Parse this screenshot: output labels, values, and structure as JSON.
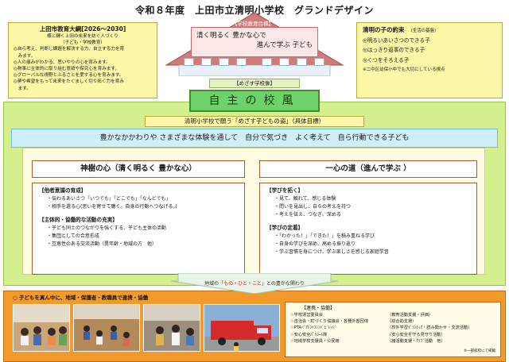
{
  "title": "令和８年度　上田市立清明小学校　グランドデザイン",
  "left_box": {
    "heading": "上田市教育大綱[2026～2030]",
    "subheading": "蝶と輝く上田の未来を紡ぐ人づくり",
    "sub2": "（子ども・学校教育）",
    "lines": [
      "◎自ら考え、判断し課題を解決する力、自立する力を育",
      "　みます。",
      "◎人の痛みがわかる、思いやりの心を育みます。",
      "◎物事に主体的に取り組む意欲や探究心を育みます。",
      "◎グローバルな視野とふるさとを愛する心を育みます。",
      "◎夢や希望をもって未来をたくましく切り拓く力を育み",
      "　ます。"
    ]
  },
  "right_box": {
    "heading": "清明の子の約束",
    "note": "(生活の基盤)",
    "lines": [
      "◎明るいあいさつのできる子",
      "◎はっきり返事のできる子",
      "◎くつをそろえる子"
    ],
    "extra": "※二中区幼保小中でも大切にしている視点"
  },
  "roof": {
    "label": "【学校教育目標】",
    "line1": "清く明るく 豊かな心で",
    "line2": "進んで学ぶ 子ども"
  },
  "school": {
    "label": "【めざす学校像】",
    "motto": "自主の校風"
  },
  "goal": {
    "label": "清明小学校で願う「めざす子どもの姿」（具体目標）",
    "statement": "豊かなかかわりや さまざまな体験を通して　自分で気づき　よく考えて　自ら行動できる子ども"
  },
  "heart": {
    "heading": "神樹の心（清く明るく 豊かな心）",
    "s1": "【他者意識の育成】",
    "s1_items": [
      "・伝わるあいさつ「いつでも」「どこでも」「なんどでも」",
      "・相手を還る心(思いを寄せて聴く。自身の行動へつなげる。)"
    ],
    "s2": "【主体的・協働的な活動の充実】",
    "s2_items": [
      "・子ども同士のつながりを強くする、子ども主体の活動",
      "・集団としての合意形成",
      "・互恵性のある交流活動（異年齢・地域の方　他）"
    ]
  },
  "road": {
    "heading": "一心の道（進んで学ぶ ）",
    "s1": "【学びを拓く】",
    "s1_items": [
      "・見て、触れて、感じる体験",
      "・問いを見出し、自らの考えを持つ",
      "・考えを伝え、つなぎ、深める"
    ],
    "s2": "【学びの定着】",
    "s2_items": [
      "・「わかった！」「できた！」を積み重ねる学び",
      "・自身の学びを深め、高める振り返り",
      "・学ぶ習慣を身につけ、学ぶ楽しさを感じる家庭学習"
    ]
  },
  "bridge": {
    "pre": "地域の「",
    "hl": "もの・ひと・こと",
    "post": "」との豊かな関わり"
  },
  "bottom": {
    "title": "○ 子どもを真ん中に、地域・保護者・教職員で連携・協働",
    "partner_heading": "【連携・協働】",
    "partners": [
      {
        "name": "☆学校運営委員会",
        "role": "（教育活動支援・評価）"
      },
      {
        "name": "☆自治会・町づくり協議会・各種外部団体",
        "role": "（総合的支援）"
      },
      {
        "name": "☆PTAﾍﾟｱﾚﾝﾄﾌﾚﾝﾄﾞﾋﾞﾚｯｼﾞ",
        "role": "（校外学習ﾎﾞﾗﾝﾃｨｱ・読み聞かせ・交流活動）"
      },
      {
        "name": "☆安心安全ﾊﾟﾄﾛｰﾙ隊",
        "role": "（安心安全を守る見守り活動）"
      },
      {
        "name": "☆地域学校支援員・公民館",
        "role": "（諸活動支援・ｸﾗﾌﾞ活動　他）"
      }
    ],
    "partner_note": "※一部抜粋にて掲載"
  },
  "colors": {
    "roof": "#cf7b7b",
    "motto_green": "#6fd16a",
    "outer_green": "#d6ef8e",
    "band_cyan": "#cfeef8",
    "orange": "#f39a2a",
    "yellow": "#fdf7a8"
  }
}
